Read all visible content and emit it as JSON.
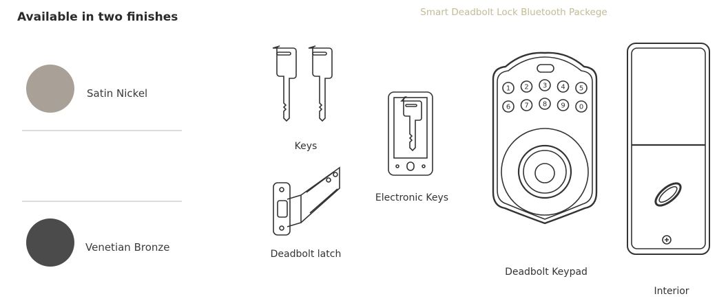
{
  "finishes": {
    "heading": "Available in two finishes",
    "items": [
      {
        "name": "Satin Nickel",
        "color": "#a9a097"
      },
      {
        "name": "Venetian Bronze",
        "color": "#4b4b4b"
      }
    ]
  },
  "package": {
    "title": "Smart Deadbolt Lock Bluetooth Packege",
    "title_color": "#c4bb93",
    "components": [
      {
        "label": "Keys",
        "icon": "keys-icon"
      },
      {
        "label": "Deadbolt latch",
        "icon": "latch-icon"
      },
      {
        "label": "Electronic Keys",
        "icon": "electronic-key-icon"
      },
      {
        "label": "Deadbolt Keypad",
        "icon": "keypad-icon"
      },
      {
        "label": "Interior",
        "icon": "interior-unit-icon"
      }
    ],
    "keypad_digits": [
      "1",
      "2",
      "3",
      "4",
      "5",
      "6",
      "7",
      "8",
      "9",
      "0"
    ]
  }
}
